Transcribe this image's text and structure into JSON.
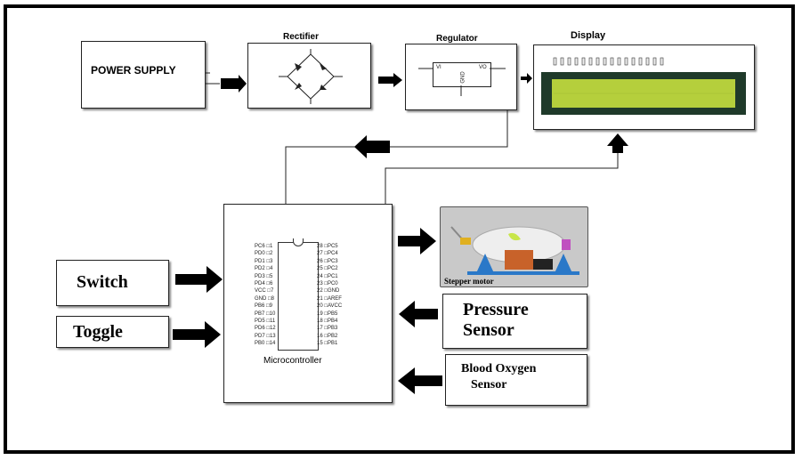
{
  "blocks": {
    "power_supply": "POWER SUPPLY",
    "rectifier": "Rectifier",
    "regulator": "Regulator",
    "display": "Display",
    "microcontroller": "Microcontroller",
    "switch": "Switch",
    "toggle": "Toggle",
    "stepper_motor": "Stepper motor",
    "pressure_sensor": [
      "Pressure",
      "Sensor"
    ],
    "blood_oxygen_sensor": [
      "Blood Oxygen",
      "Sensor"
    ]
  },
  "regulator_pins": {
    "vi": "VI",
    "vo": "VO",
    "gnd": "GND"
  },
  "mcu_pins_left": [
    "PC6",
    "PD0",
    "PD1",
    "PD2",
    "PD3",
    "PD4",
    "VCC",
    "GND",
    "PB6",
    "PB7",
    "PD5",
    "PD6",
    "PD7",
    "PB0"
  ],
  "mcu_pins_right": [
    "PC5",
    "PC4",
    "PC3",
    "PC2",
    "PC1",
    "PC0",
    "GND",
    "AREF",
    "AVCC",
    "PB5",
    "PB4",
    "PB3",
    "PB2",
    "PB1"
  ],
  "colors": {
    "lcd_screen": "#b5cf3c",
    "lcd_frame": "#1f3a2a",
    "motor_panel": "#c9c9c9",
    "motor_base": "#2a78c8",
    "motor_block": "#c8622a"
  },
  "icons": [
    "bridge-rectifier-icon",
    "regulator-ic-icon",
    "lcd-module-icon",
    "stepper-motor-image"
  ]
}
